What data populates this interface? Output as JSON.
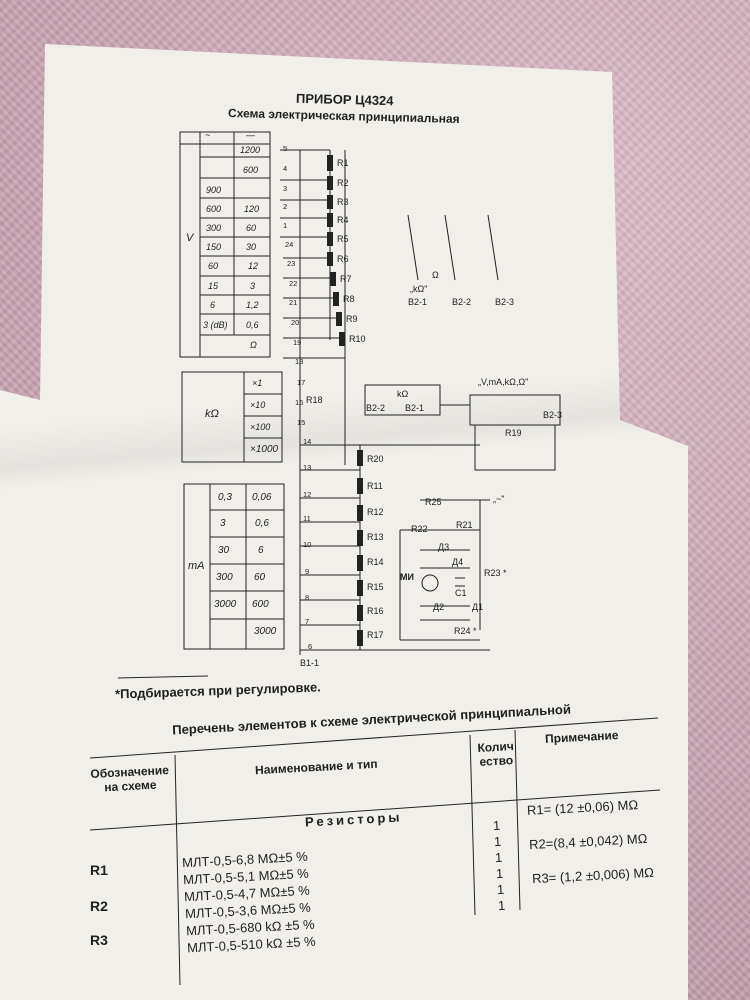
{
  "document": {
    "title": "ПРИБОР Ц4324",
    "subtitle": "Схема электрическая принципиальная"
  },
  "voltage_table": {
    "header": [
      "~",
      "—"
    ],
    "label": "V",
    "rows": [
      [
        "",
        "1200"
      ],
      [
        "",
        "600"
      ],
      [
        "900",
        ""
      ],
      [
        "600",
        "120"
      ],
      [
        "300",
        "60"
      ],
      [
        "150",
        "30"
      ],
      [
        "60",
        "12"
      ],
      [
        "15",
        "3"
      ],
      [
        "6",
        "1,2"
      ],
      [
        "3 (dB)",
        "0,6"
      ],
      [
        "",
        "Ω"
      ]
    ]
  },
  "ohm_table": {
    "label": "kΩ",
    "rows": [
      "×1",
      "×10",
      "×100",
      "×1000"
    ]
  },
  "ma_table": {
    "label": "mA",
    "rows": [
      [
        "0,3",
        "0,06"
      ],
      [
        "3",
        "0,6"
      ],
      [
        "30",
        "6"
      ],
      [
        "300",
        "60"
      ],
      [
        "3000",
        "600"
      ],
      [
        "",
        "3000"
      ]
    ]
  },
  "schematic": {
    "terminal_numbers": [
      "5",
      "4",
      "3",
      "2",
      "1",
      "24",
      "23",
      "22",
      "21",
      "20",
      "19",
      "18",
      "17",
      "16",
      "15",
      "14",
      "13",
      "12",
      "11",
      "10",
      "9",
      "8",
      "7",
      "6"
    ],
    "resistors_upper": [
      "R1",
      "R2",
      "R3",
      "R4",
      "R5",
      "R6",
      "R7",
      "R8",
      "R9",
      "R10"
    ],
    "resistors_lower": [
      "R20",
      "R11",
      "R12",
      "R13",
      "R14",
      "R15",
      "R16",
      "R17"
    ],
    "other_labels": {
      "r18": "R18",
      "r19": "R19",
      "r21": "R21",
      "r22": "R22",
      "r23": "R23 *",
      "r24": "R24 *",
      "r25": "R25",
      "mi": "МИ",
      "c1": "C1",
      "d1": "Д1",
      "d2": "Д2",
      "d3": "Д3",
      "d4": "Д4",
      "b1": "B1-1",
      "sw_b21": "B2-1",
      "sw_b22": "B2-2",
      "sw_b23": "B2-3",
      "sw_kohm_label": "„kΩ\"",
      "sw_omega": "Ω",
      "sw_modes": "„V,mA,kΩ,Ω\"",
      "sw_tilde": "„~\"",
      "kohm_top": "kΩ",
      "b22_top": "B2-2",
      "b21_top": "B2-1",
      "b23_top": "B2-3"
    }
  },
  "footnote": "*Подбирается при регулировке.",
  "parts_list": {
    "title": "Перечень элементов к схеме электрической принципиальной",
    "headers": {
      "designation": "Обозначение на схеме",
      "name": "Наименование и тип",
      "qty": "Количество",
      "note": "Примечание"
    },
    "section": "Резисторы",
    "designations": [
      "R1",
      "R2",
      "R3"
    ],
    "items": [
      {
        "name": "МЛТ-0,5-6,8 MΩ±5 %",
        "qty": "1"
      },
      {
        "name": "МЛТ-0,5-5,1 MΩ±5 %",
        "qty": "1"
      },
      {
        "name": "МЛТ-0,5-4,7 MΩ±5 %",
        "qty": "1"
      },
      {
        "name": "МЛТ-0,5-3,6 MΩ±5 %",
        "qty": "1"
      },
      {
        "name": "МЛТ-0,5-680 kΩ ±5 %",
        "qty": "1"
      },
      {
        "name": "МЛТ-0,5-510 kΩ ±5 %",
        "qty": "1"
      }
    ],
    "notes": [
      "R1= (12 ±0,06) MΩ",
      "R2=(8,4 ±0,042) MΩ",
      "R3= (1,2 ±0,006) MΩ"
    ]
  }
}
